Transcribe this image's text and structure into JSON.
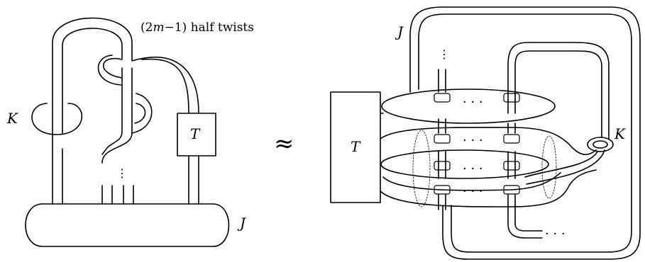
{
  "left_diagram": {
    "twist_label": {
      "prefix": "(2",
      "variable": "m",
      "suffix": "−1) half twists"
    },
    "labels": {
      "knot": "K",
      "tangle": "T",
      "base": "J"
    }
  },
  "relation_symbol": "≈",
  "right_diagram": {
    "labels": {
      "knot": "K",
      "tangle": "T",
      "band": "J"
    },
    "ellipsis": "· · ·",
    "vertical_dots": "⋮"
  }
}
